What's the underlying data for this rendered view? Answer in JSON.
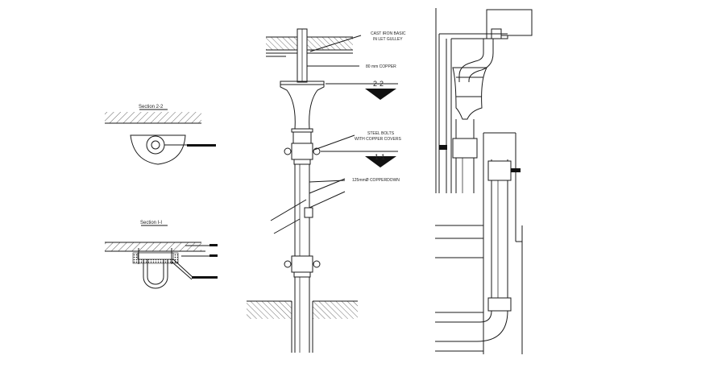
{
  "labels": {
    "section_2_2": "Section 2-2",
    "section_1_1": "Section I-I",
    "cast_iron_line1": "CAST IRON BASIC",
    "cast_iron_line2": "IN LET GULLEY",
    "copper_80": "80 mm COPPER",
    "mark_2_2": "2-2",
    "steel_bolts_line1": "STEEL BOLTS",
    "steel_bolts_line2": "WITH COPPER COVERS",
    "mark_1_1": "1-1",
    "copper_down": "125mmØ COPPERDOWN"
  },
  "colors": {
    "line": "#1a1a1a",
    "text": "#222222",
    "background": "#ffffff"
  }
}
